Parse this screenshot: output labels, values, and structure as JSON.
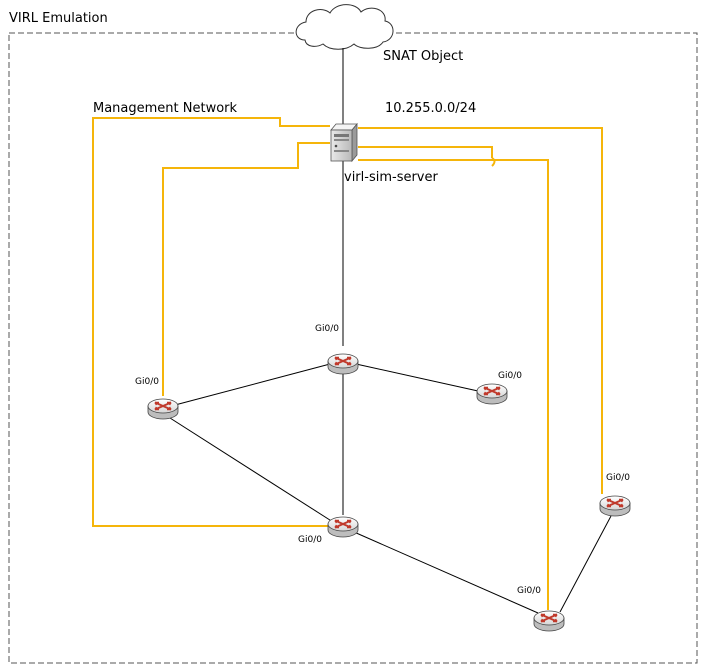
{
  "diagram": {
    "boundary_label": "VIRL Emulation",
    "cloud_label": "SNAT Object",
    "management_label": "Management Network",
    "subnet_label": "10.255.0.0/24",
    "server_label": "virl-sim-server",
    "routers": [
      {
        "id": "r-top",
        "interface": "Gi0/0"
      },
      {
        "id": "r-left",
        "interface": "Gi0/0"
      },
      {
        "id": "r-right",
        "interface": "Gi0/0"
      },
      {
        "id": "r-center",
        "interface": "Gi0/0"
      },
      {
        "id": "r-bottom",
        "interface": "Gi0/0"
      },
      {
        "id": "r-far",
        "interface": "Gi0/0"
      }
    ],
    "colors": {
      "management_link": "#f5b50a",
      "data_link": "#000000",
      "boundary": "#555555",
      "router_body": "#f2f2f2",
      "router_cross": "#c0392b"
    }
  }
}
